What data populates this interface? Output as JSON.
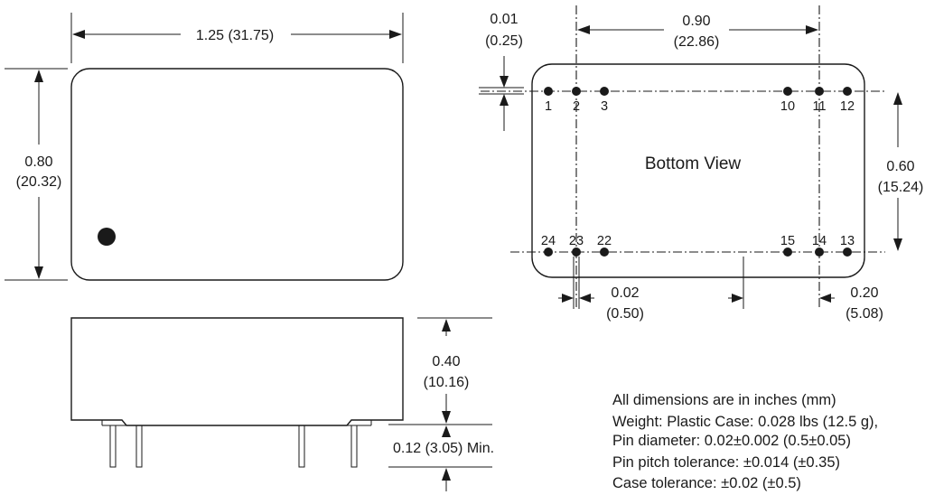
{
  "top_view": {
    "length_label": "1.25 (31.75)",
    "width_label_in": "0.80",
    "width_label_mm": "(20.32)"
  },
  "side_view": {
    "height_label_in": "0.40",
    "height_label_mm": "(10.16)",
    "pin_length_label": "0.12 (3.05) Min."
  },
  "bottom_view": {
    "title": "Bottom View",
    "offset_label_in": "0.01",
    "offset_label_mm": "(0.25)",
    "pin_span_label_in": "0.90",
    "pin_span_label_mm": "(22.86)",
    "row_spacing_label_in": "0.60",
    "row_spacing_label_mm": "(15.24)",
    "pin_dia_label_in": "0.02",
    "pin_dia_label_mm": "(0.50)",
    "pitch_label_in": "0.20",
    "pitch_label_mm": "(5.08)",
    "top_pins": [
      "1",
      "2",
      "3",
      "10",
      "11",
      "12"
    ],
    "bottom_pins": [
      "24",
      "23",
      "22",
      "15",
      "14",
      "13"
    ]
  },
  "notes": [
    "All dimensions are in inches (mm)",
    "Weight: Plastic Case: 0.028 lbs (12.5 g),",
    "Pin diameter: 0.02±0.002 (0.5±0.05)",
    "Pin pitch tolerance: ±0.014 (±0.35)",
    "Case tolerance: ±0.02 (±0.5)"
  ]
}
